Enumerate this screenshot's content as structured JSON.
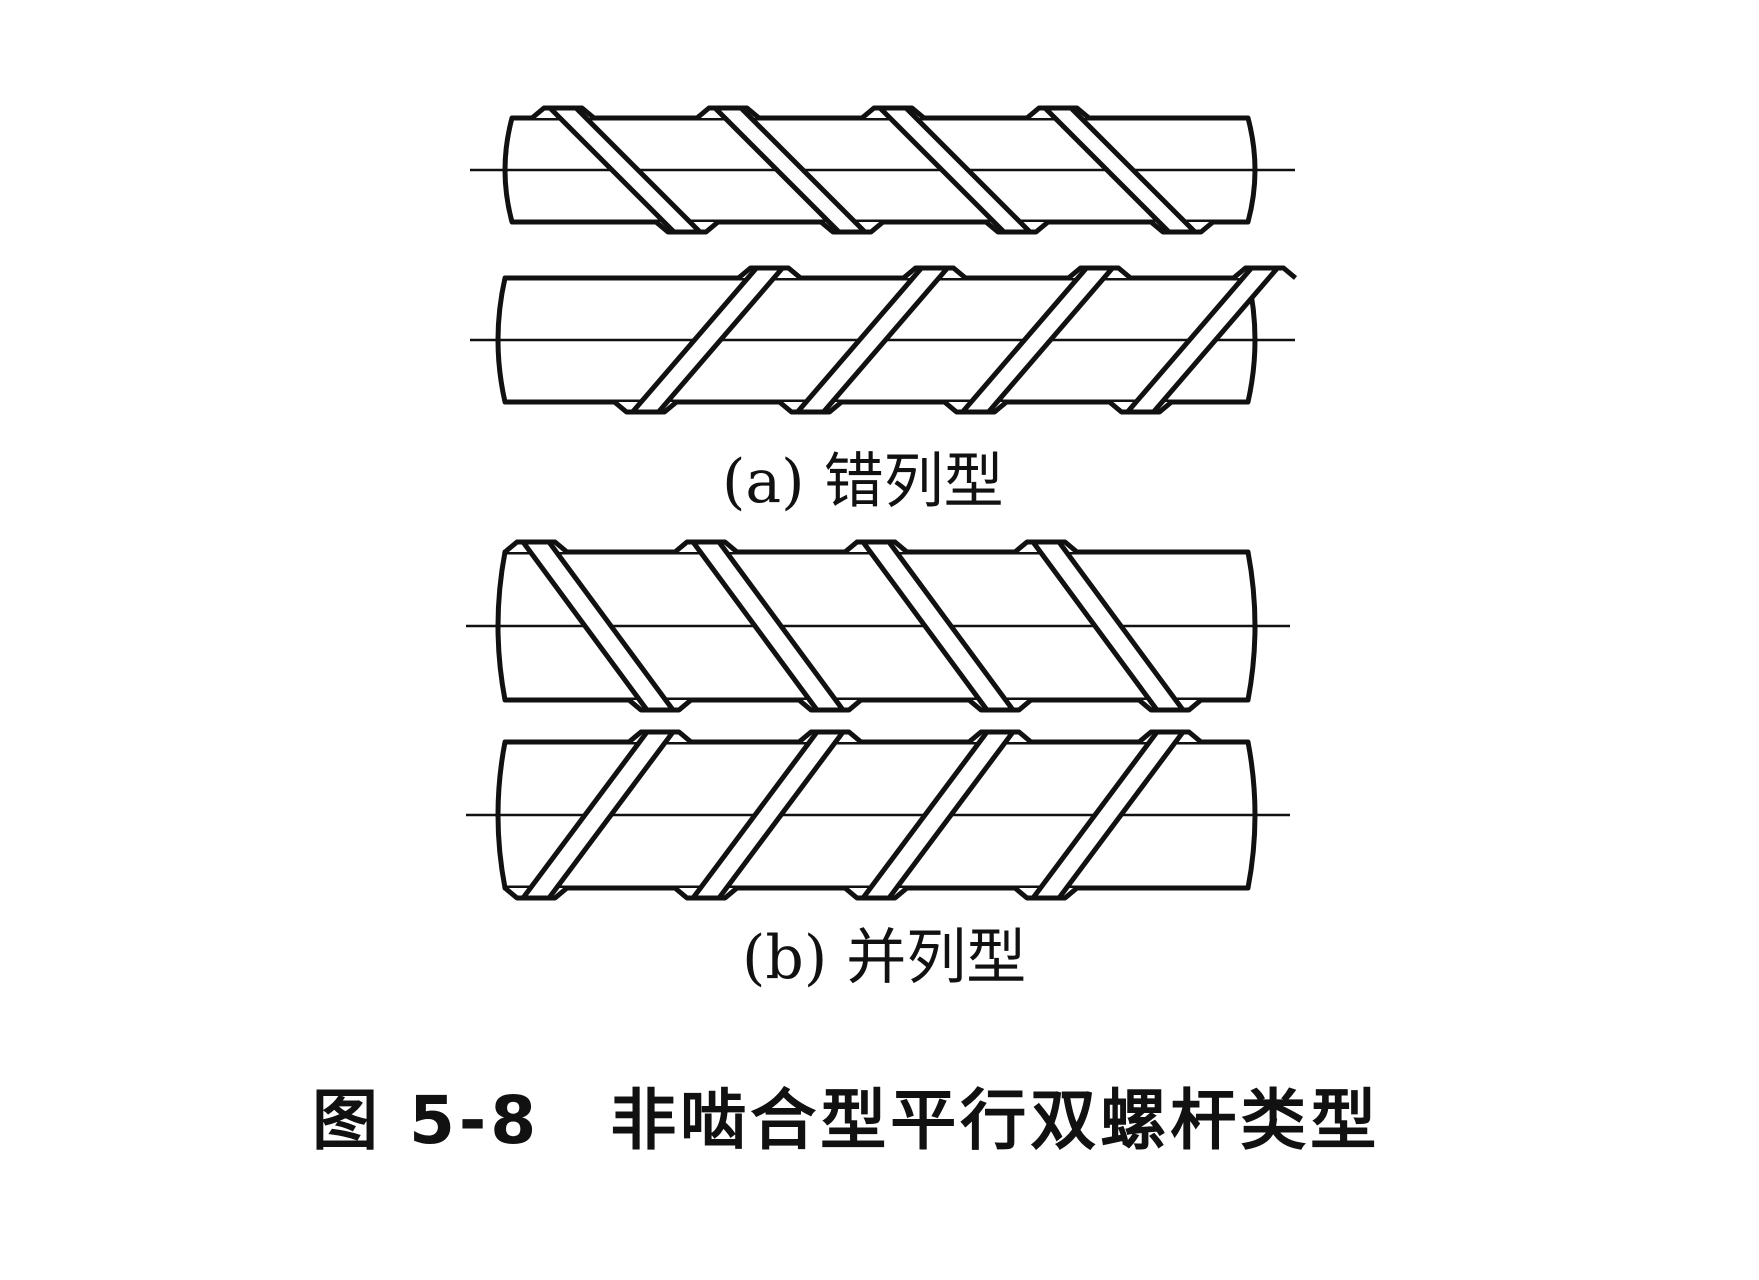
{
  "figure": {
    "number": "图 5-8",
    "title": "非啮合型平行双螺杆类型"
  },
  "panels": [
    {
      "id": "a",
      "label": "(a) 错列型",
      "arrangement": "staggered",
      "flight_offset": 0.5
    },
    {
      "id": "b",
      "label": "(b) 并列型",
      "arrangement": "side-by-side",
      "flight_offset": 0
    }
  ],
  "flights_per_screw": 4,
  "colors": {
    "line": "#111111",
    "background": "#ffffff"
  }
}
